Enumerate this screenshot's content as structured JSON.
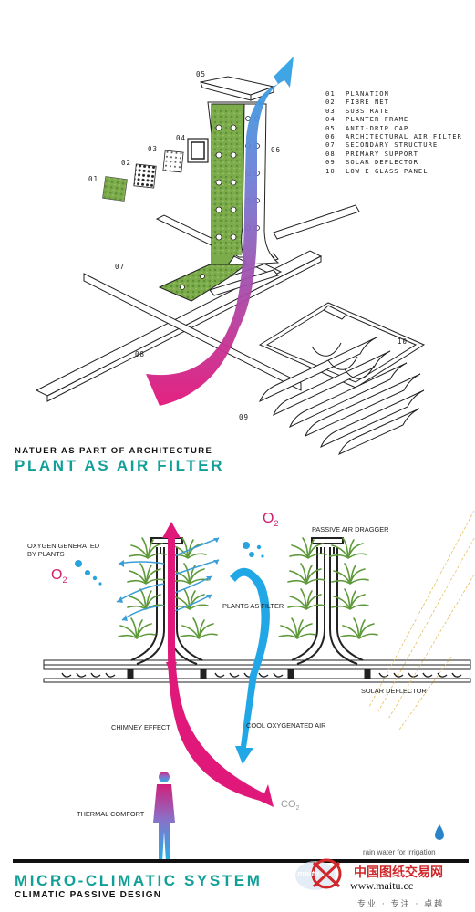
{
  "legend": [
    {
      "num": "01",
      "label": "PLANATION"
    },
    {
      "num": "02",
      "label": "FIBRE NET"
    },
    {
      "num": "03",
      "label": "SUBSTRATE"
    },
    {
      "num": "04",
      "label": "PLANTER FRAME"
    },
    {
      "num": "05",
      "label": "ANTI-DRIP CAP"
    },
    {
      "num": "06",
      "label": "ARCHITECTURAL AIR FILTER"
    },
    {
      "num": "07",
      "label": "SECONDARY STRUCTURE"
    },
    {
      "num": "08",
      "label": "PRIMARY SUPPORT"
    },
    {
      "num": "09",
      "label": "SOLAR DEFLECTOR"
    },
    {
      "num": "10",
      "label": "LOW E GLASS PANEL"
    }
  ],
  "exploded_callouts": [
    "01",
    "02",
    "03",
    "04",
    "05",
    "06",
    "07",
    "08",
    "09",
    "10"
  ],
  "section_top": {
    "subtitle": "NATUER AS PART OF ARCHITECTURE",
    "title": "PLANT AS AIR FILTER"
  },
  "section_bottom": {
    "title": "MICRO-CLIMATIC SYSTEM",
    "subtitle": "CLIMATIC PASSIVE DESIGN",
    "labels": {
      "oxygen": "OXYGEN GENERATED\nBY PLANTS",
      "passive": "PASSIVE AIR DRAGGER",
      "plants_filter": "PLANTS AS FILTER",
      "solar": "SOLAR DEFLECTOR",
      "chimney": "CHIMNEY EFFECT",
      "cool_air": "COOL OXYGENATED AIR",
      "thermal": "THERMAL COMFORT",
      "rain": "rain water for irrigation"
    },
    "o2_main": "O",
    "o2_sub": "2",
    "co2_main": "CO",
    "co2_sub": "2"
  },
  "watermark": {
    "logo": "maitu",
    "cn": "中国图纸交易网",
    "url": "www.maitu.cc",
    "slogan": "专业 · 专注 · 卓越"
  },
  "colors": {
    "accent_teal": "#11a098",
    "magenta": "#e0187a",
    "sky_blue": "#22a7e6",
    "plant_green": "#6fa043"
  }
}
